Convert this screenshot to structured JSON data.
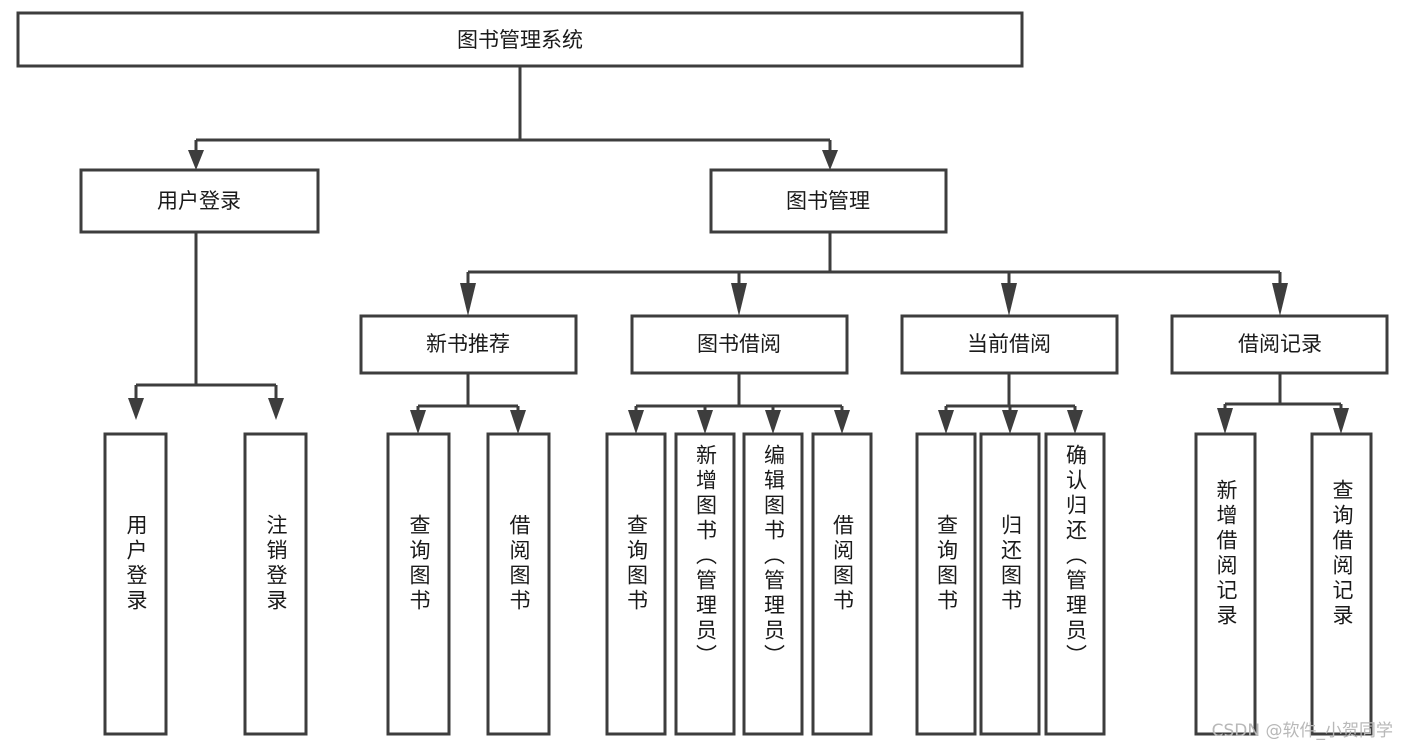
{
  "diagram": {
    "title_node": {
      "label": "图书管理系统"
    },
    "level2": [
      {
        "id": "user-login",
        "label": "用户登录"
      },
      {
        "id": "book-management",
        "label": "图书管理"
      }
    ],
    "level3": [
      {
        "id": "new-book-recommend",
        "label": "新书推荐"
      },
      {
        "id": "book-borrow",
        "label": "图书借阅"
      },
      {
        "id": "current-borrow",
        "label": "当前借阅"
      },
      {
        "id": "borrow-record",
        "label": "借阅记录"
      }
    ],
    "leaves": {
      "user_login": [
        {
          "id": "leaf-user-login",
          "label": "用户登录"
        },
        {
          "id": "leaf-logout-login",
          "label": "注销登录"
        }
      ],
      "new_book_recommend": [
        {
          "id": "leaf-query-book-1",
          "label": "查询图书"
        },
        {
          "id": "leaf-borrow-book-1",
          "label": "借阅图书"
        }
      ],
      "book_borrow": [
        {
          "id": "leaf-query-book-2",
          "label": "查询图书"
        },
        {
          "id": "leaf-add-book-admin",
          "label": "新增图书（管理员）"
        },
        {
          "id": "leaf-edit-book-admin",
          "label": "编辑图书（管理员）"
        },
        {
          "id": "leaf-borrow-book-2",
          "label": "借阅图书"
        }
      ],
      "current_borrow": [
        {
          "id": "leaf-query-book-3",
          "label": "查询图书"
        },
        {
          "id": "leaf-return-book",
          "label": "归还图书"
        },
        {
          "id": "leaf-confirm-return-admin",
          "label": "确认归还（管理员）"
        }
      ],
      "borrow_record": [
        {
          "id": "leaf-add-borrow-record",
          "label": "新增借阅记录"
        },
        {
          "id": "leaf-query-borrow-record",
          "label": "查询借阅记录"
        }
      ]
    }
  },
  "watermark": {
    "text": "CSDN @软件_小贺同学"
  },
  "colors": {
    "stroke": "#3d3d3d",
    "fill": "#ffffff",
    "text": "#1a1a1a",
    "watermark": "#b8b8b8"
  }
}
